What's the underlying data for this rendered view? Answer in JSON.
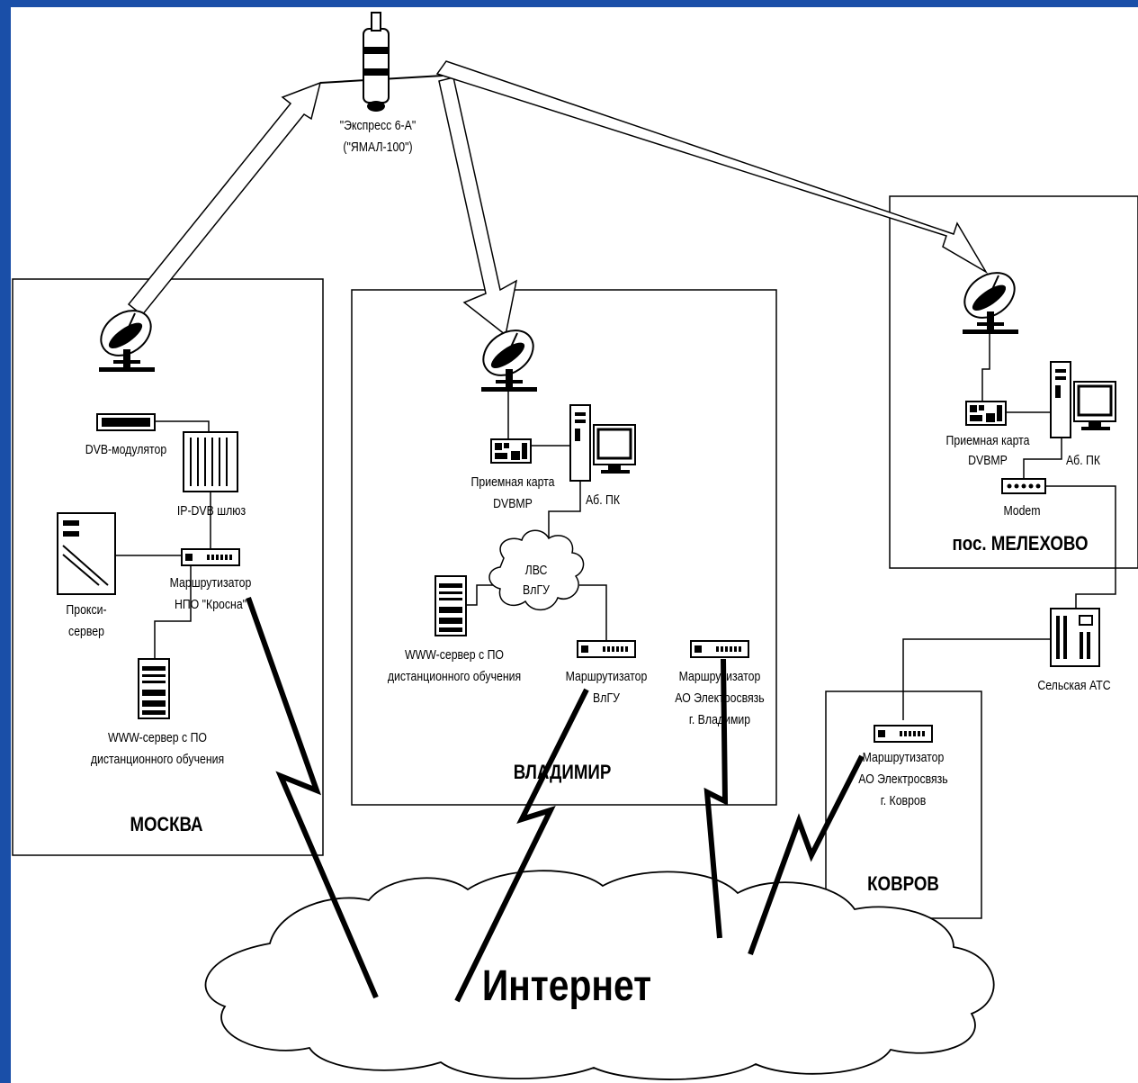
{
  "satellite": {
    "line1": "\"Экспресс 6-А\"",
    "line2": "(\"ЯМАЛ-100\")"
  },
  "moscow": {
    "name": "МОСКВА",
    "dvb_modulator": "DVB-модулятор",
    "ip_dvb_gateway": "IP-DVB шлюз",
    "proxy_line1": "Прокси-",
    "proxy_line2": "сервер",
    "router_line1": "Маршрутизатор",
    "router_line2": "НПО \"Кросна\"",
    "www_line1": "WWW-сервер с ПО",
    "www_line2": "дистанционного обучения"
  },
  "vladimir": {
    "name": "ВЛАДИМИР",
    "card_line1": "Приемная карта",
    "card_line2": "DVBMP",
    "pc": "Аб. ПК",
    "lan_line1": "ЛВС",
    "lan_line2": "ВлГУ",
    "www_line1": "WWW-сервер с ПО",
    "www_line2": "дистанционного обучения",
    "router_vlgu_line1": "Маршрутизатор",
    "router_vlgu_line2": "ВлГУ",
    "router_ao_line1": "Маршрутизатор",
    "router_ao_line2": "АО Электросвязь",
    "router_ao_line3": "г. Владимир"
  },
  "melekhovo": {
    "name": "пос. МЕЛЕХОВО",
    "card_line1": "Приемная карта",
    "card_line2": "DVBMP",
    "pc": "Аб. ПК",
    "modem": "Modem",
    "ats": "Сельская АТС"
  },
  "kovrov": {
    "name": "КОВРОВ",
    "router_line1": "Маршрутизатор",
    "router_line2": "АО Электросвязь",
    "router_line3": "г. Ковров"
  },
  "internet": "Интернет"
}
